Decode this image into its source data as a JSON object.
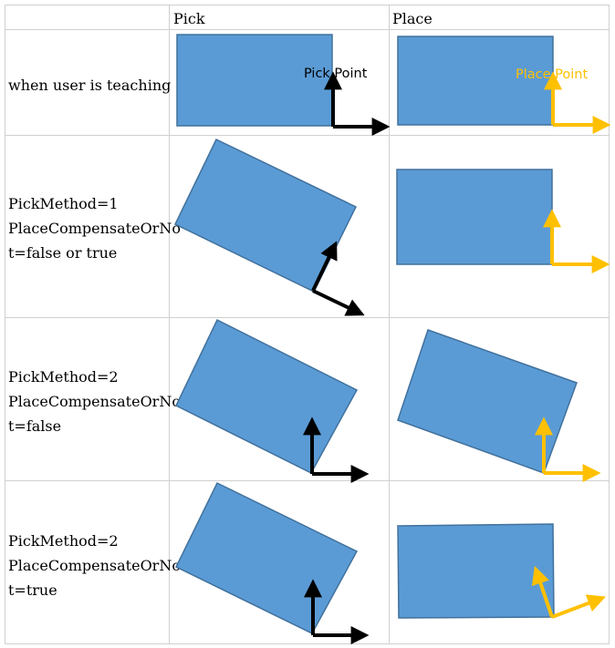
{
  "header": {
    "pick": "Pick",
    "place": "Place"
  },
  "rows": [
    {
      "label_lines": [
        "when user is teaching"
      ]
    },
    {
      "label_lines": [
        "PickMethod=1",
        "PlaceCompensateOrNo",
        "t=false or true"
      ]
    },
    {
      "label_lines": [
        "PickMethod=2",
        "PlaceCompensateOrNo",
        "t=false"
      ]
    },
    {
      "label_lines": [
        "PickMethod=2",
        "PlaceCompensateOrNo",
        "t=true"
      ]
    }
  ],
  "annotations": {
    "pick_point": "Pick Point",
    "place_point": "Place Point"
  },
  "colors": {
    "rect_fill": "#5b9bd5",
    "rect_stroke": "#41719c",
    "pick_arrow": "#000000",
    "place_arrow": "#ffc000",
    "grid": "#d0d0d0"
  }
}
